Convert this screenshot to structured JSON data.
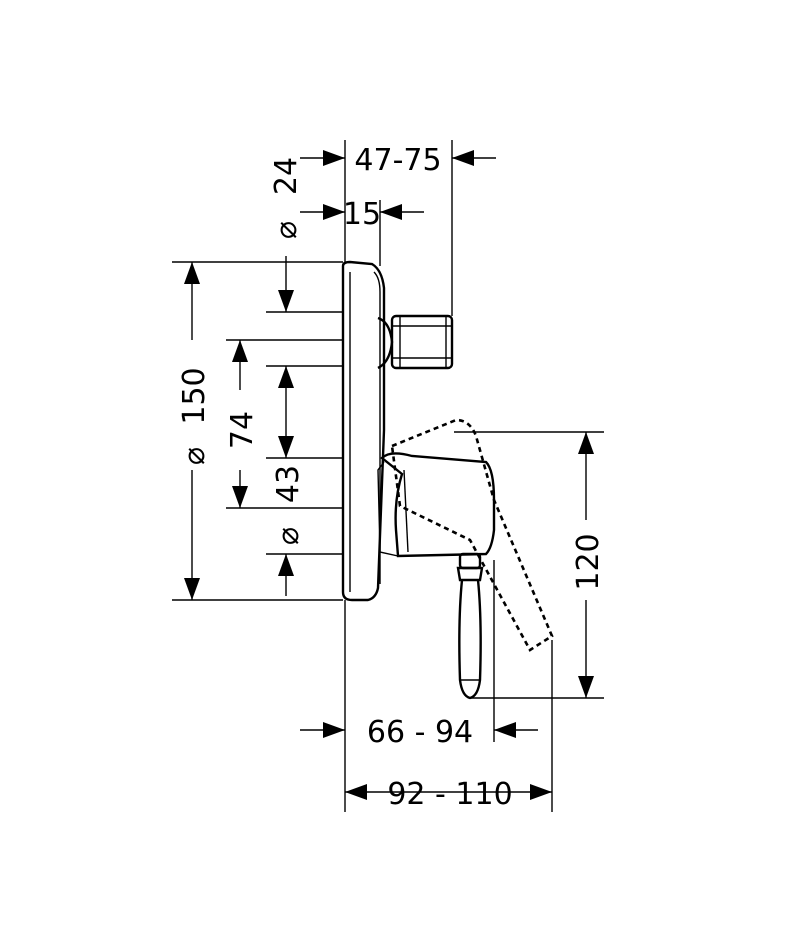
{
  "diagram": {
    "top_overall_dim": "47-75",
    "top_left_dim": "24",
    "top_inner_dim": "15",
    "plate_diameter_dim": "150",
    "spacing_74": "74",
    "spacing_43": "43",
    "handle_height_dim": "120",
    "bottom_inner_dim": "66 - 94",
    "bottom_overall_dim": "92 - 110",
    "diameter_symbol": "⌀",
    "colors": {
      "ink": "#000000",
      "background": "#ffffff"
    }
  }
}
